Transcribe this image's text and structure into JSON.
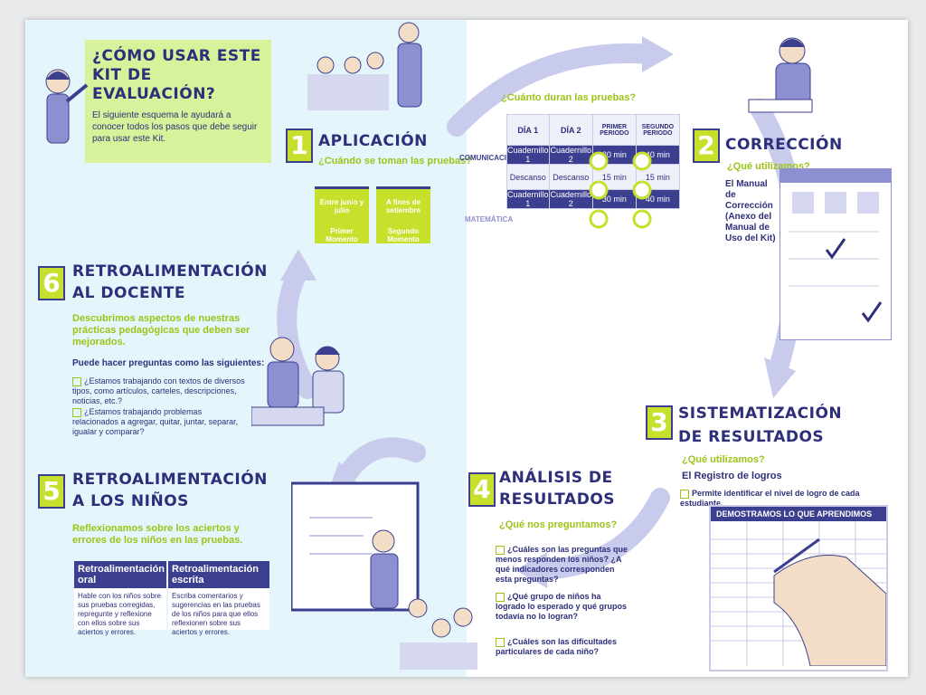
{
  "intro": {
    "title_line1": "¿CÓMO USAR ESTE",
    "title_line2": "KIT DE EVALUACIÓN?",
    "text": "El siguiente esquema le ayudará a conocer todos los pasos que debe seguir para usar este Kit."
  },
  "step1": {
    "number": "1",
    "title": "APLICACIÓN",
    "question": "¿Cuándo se toman las pruebas?",
    "cards": [
      {
        "text": "Entre junio y julio",
        "label": "Primer Momento"
      },
      {
        "text": "A fines de setiembre",
        "label": "Segundo Momento"
      }
    ]
  },
  "schedule": {
    "question": "¿Cuánto duran las pruebas?",
    "headers": [
      "DÍA 1",
      "DÍA 2",
      "PRIMER PERIODO",
      "SEGUNDO PERIODO"
    ],
    "rows": [
      {
        "label": "COMUNICACIÓN",
        "cells": [
          "Cuadernillo 1",
          "Cuadernillo 2",
          "30 min",
          "40 min"
        ]
      },
      {
        "label": "",
        "cells": [
          "Descanso",
          "Descanso",
          "15 min",
          "15 min"
        ]
      },
      {
        "label": "MATEMÁTICA",
        "cells": [
          "Cuadernillo 1",
          "Cuadernillo 2",
          "30 min",
          "40 min"
        ]
      }
    ]
  },
  "step2": {
    "number": "2",
    "title": "CORRECCIÓN",
    "question": "¿Qué utilizamos?",
    "answer": "El Manual de Corrección (Anexo del Manual de Uso del Kit)"
  },
  "step3": {
    "number": "3",
    "title_line1": "SISTEMATIZACIÓN",
    "title_line2": "DE RESULTADOS",
    "question": "¿Qué utilizamos?",
    "answer": "El Registro de logros",
    "bullet": "Permite identificar el nivel de logro de cada estudiante.",
    "sheet_title": "DEMOSTRAMOS LO QUE APRENDIMOS"
  },
  "step4": {
    "number": "4",
    "title_line1": "ANÁLISIS DE",
    "title_line2": "RESULTADOS",
    "question": "¿Qué nos preguntamos?",
    "bullets": [
      "¿Cuáles son las preguntas que menos responden los niños? ¿A qué indicadores corresponden esta preguntas?",
      "¿Qué grupo de niños ha logrado lo esperado y qué grupos todavía no lo logran?",
      "¿Cuáles son las dificultades particulares de cada niño?"
    ]
  },
  "step5": {
    "number": "5",
    "title_line1": "RETROALIMENTACIÓN",
    "title_line2": "A LOS NIÑOS",
    "subtitle": "Reflexionamos sobre los aciertos y errores de los niños en las pruebas.",
    "box1_title": "Retroalimentación oral",
    "box1_text": "Hable con los niños sobre sus pruebas corregidas, repregunte y reflexione con ellos sobre sus aciertos y errores.",
    "box2_title": "Retroalimentación escrita",
    "box2_text": "Escriba comentarios y sugerencias en las pruebas de los niños para que ellos reflexionen sobre sus aciertos y errores."
  },
  "step6": {
    "number": "6",
    "title_line1": "RETROALIMENTACIÓN",
    "title_line2": "AL DOCENTE",
    "subtitle": "Descubrimos aspectos de nuestras prácticas pedagógicas que deben ser mejorados.",
    "lead": "Puede hacer preguntas como las siguientes:",
    "bullets": [
      "¿Estamos trabajando con textos de diversos tipos, como artículos, carteles, descripciones, noticias, etc.?",
      "¿Estamos trabajando problemas relacionados a agregar, quitar, juntar, separar, igualar y comparar?"
    ]
  },
  "colors": {
    "accent": "#c6e02b",
    "navy": "#3c3f8f",
    "text": "#2d2f7a",
    "arrow": "#c9cbec"
  }
}
